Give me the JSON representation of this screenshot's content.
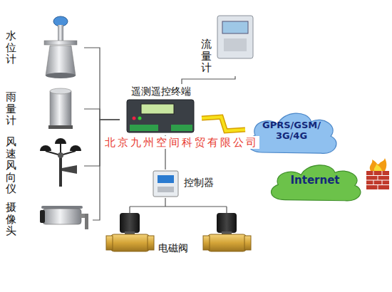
{
  "diagram": {
    "nodes": [
      {
        "text": [
          "水位计"
        ]
      },
      {
        "text": [
          "雨量计"
        ]
      },
      {
        "text": [
          "风速风向仪"
        ]
      },
      {
        "text": [
          "摄像头"
        ]
      },
      {
        "text": [
          "遥测遥控终端"
        ]
      },
      {
        "text": [
          "流量计"
        ]
      },
      {
        "text": [
          "GPRS/GSM/ 3G/4G"
        ]
      },
      {
        "text": [
          "Internet"
        ]
      },
      {
        "text": [
          "控制器"
        ]
      },
      {
        "text": [
          "电磁阀"
        ]
      }
    ],
    "edges": [
      {
        "from": 0,
        "to": 4,
        "arrow": "none"
      },
      {
        "from": 1,
        "to": 4,
        "arrow": "none"
      },
      {
        "from": 2,
        "to": 4,
        "arrow": "none"
      },
      {
        "from": 3,
        "to": 4,
        "arrow": "none"
      },
      {
        "from": 4,
        "to": 5,
        "arrow": "none"
      },
      {
        "from": 4,
        "to": 6,
        "arrow": "none"
      },
      {
        "from": 4,
        "to": 8,
        "arrow": "none"
      },
      {
        "from": 8,
        "to": 9,
        "arrow": "none"
      }
    ],
    "labels": [
      "北京九州空间科贸有限公司"
    ]
  }
}
